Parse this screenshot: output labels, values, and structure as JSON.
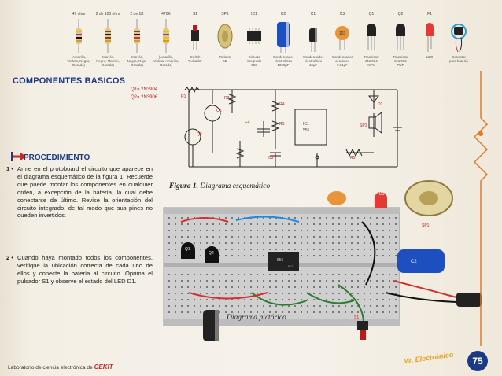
{
  "components": [
    {
      "value": "47 ohm",
      "label": "(Amarillo,\nVioleta, Negro,\nDorado)"
    },
    {
      "value": "2 de 100 ohm",
      "label": "(Marrón,\nNegro, Marrón,\nDorado)"
    },
    {
      "value": "2 de 1K",
      "label": "(Marrón,\nNegro, Rojo,\nDorado)"
    },
    {
      "value": "470K",
      "label": "(Amarillo,\nVioleta, Amarillo,\nDorado)"
    },
    {
      "value": "S1",
      "label": "Switch\nPulsador"
    },
    {
      "value": "SP1",
      "label": "Parlante\n8Ω"
    },
    {
      "value": "IC1",
      "label": "Circuito\nintegrado\n555"
    },
    {
      "value": "C2",
      "label": "Condensador\nelectrolítico\n1000μF"
    },
    {
      "value": "C1",
      "label": "Condensador\nelectrolítico\n10μF"
    },
    {
      "value": "C3",
      "label": "Condensador\ncerámico\n0.01μF"
    },
    {
      "value": "Q1",
      "label": "Transistor\n2N3904\nNPN"
    },
    {
      "value": "Q2",
      "label": "Transistor\n2N3906\nPNP"
    },
    {
      "value": "F1",
      "label": "LED"
    },
    {
      "value": "",
      "label": "Conector\npara batería"
    }
  ],
  "section_title": "COMPONENTES BASICOS",
  "schematic": {
    "q1": "Q1= 2N3904",
    "q2": "Q2= 2N3906"
  },
  "figure1_caption_bold": "Figura 1.",
  "figure1_caption": "Diagrama esquemático",
  "procedure_title": "PROCEDIMIENTO",
  "steps": [
    {
      "num": "1 •",
      "text": "Arme en el protoboard el circuito que aparece en el diagrama esquemático de la figura 1. Recuerde que puede montar los componentes en cualquier orden, a excepción de la batería, la cual debe conectarse de último. Revise la orientación del circuito integrado, de tal modo que sus pines no queden invertidos."
    },
    {
      "num": "2 •",
      "text": "Cuando haya montado todos los componentes, verifique la ubicación correcta de cada uno de ellos y conecte la batería al circuito. Oprima el pulsador S1 y observe el estado del LED D1."
    }
  ],
  "pictorial_caption": "Diagrama pictórico",
  "footer_text": "Laboratorio de ciencia electrónica de",
  "footer_brand": "CEKIT",
  "magazine": "Mr. Electrónico",
  "page_number": "75",
  "colors": {
    "heading": "#1b3a86",
    "accent": "#c62828",
    "board": "#c9c9c9"
  }
}
